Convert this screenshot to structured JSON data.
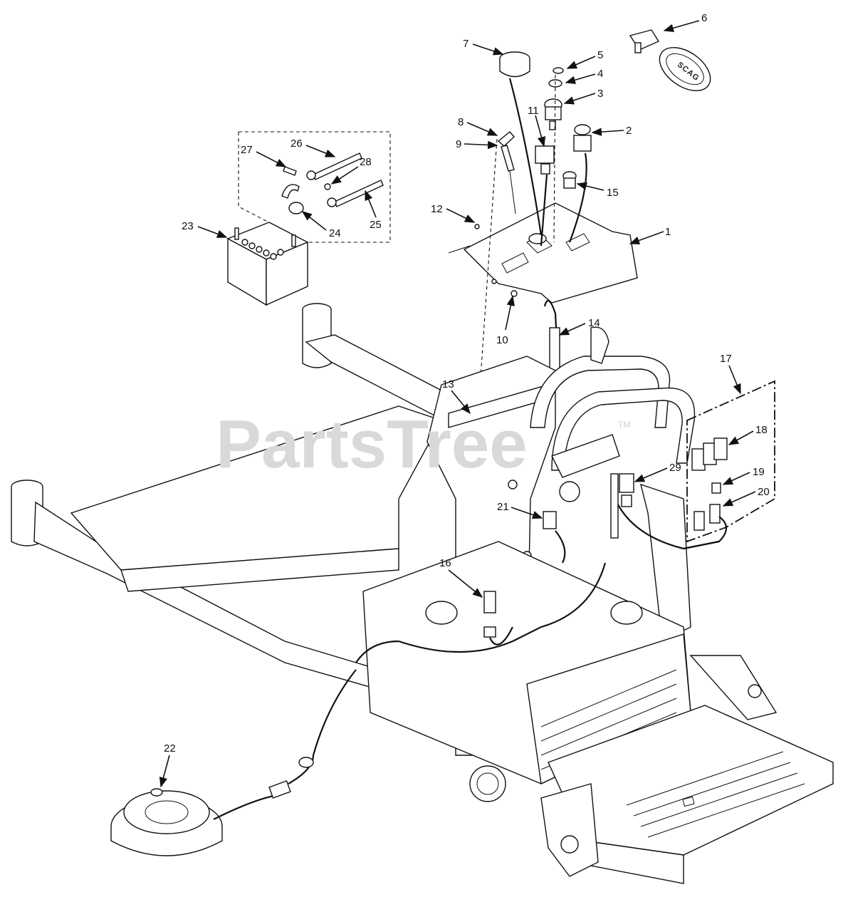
{
  "watermark": {
    "text": "PartsTree",
    "trademark": "TM"
  },
  "keychain_tag": "SCAG",
  "callouts": [
    {
      "id": "c1",
      "label": "1"
    },
    {
      "id": "c2",
      "label": "2"
    },
    {
      "id": "c3",
      "label": "3"
    },
    {
      "id": "c4",
      "label": "4"
    },
    {
      "id": "c5",
      "label": "5"
    },
    {
      "id": "c6",
      "label": "6"
    },
    {
      "id": "c7",
      "label": "7"
    },
    {
      "id": "c8",
      "label": "8"
    },
    {
      "id": "c9",
      "label": "9"
    },
    {
      "id": "c10",
      "label": "10"
    },
    {
      "id": "c11",
      "label": "11"
    },
    {
      "id": "c12",
      "label": "12"
    },
    {
      "id": "c13",
      "label": "13"
    },
    {
      "id": "c14",
      "label": "14"
    },
    {
      "id": "c15",
      "label": "15"
    },
    {
      "id": "c16",
      "label": "16"
    },
    {
      "id": "c17",
      "label": "17"
    },
    {
      "id": "c18",
      "label": "18"
    },
    {
      "id": "c19",
      "label": "19"
    },
    {
      "id": "c20",
      "label": "20"
    },
    {
      "id": "c21",
      "label": "21"
    },
    {
      "id": "c22",
      "label": "22"
    },
    {
      "id": "c23",
      "label": "23"
    },
    {
      "id": "c24",
      "label": "24"
    },
    {
      "id": "c25",
      "label": "25"
    },
    {
      "id": "c26",
      "label": "26"
    },
    {
      "id": "c27",
      "label": "27"
    },
    {
      "id": "c28",
      "label": "28"
    },
    {
      "id": "c29",
      "label": "29"
    }
  ]
}
